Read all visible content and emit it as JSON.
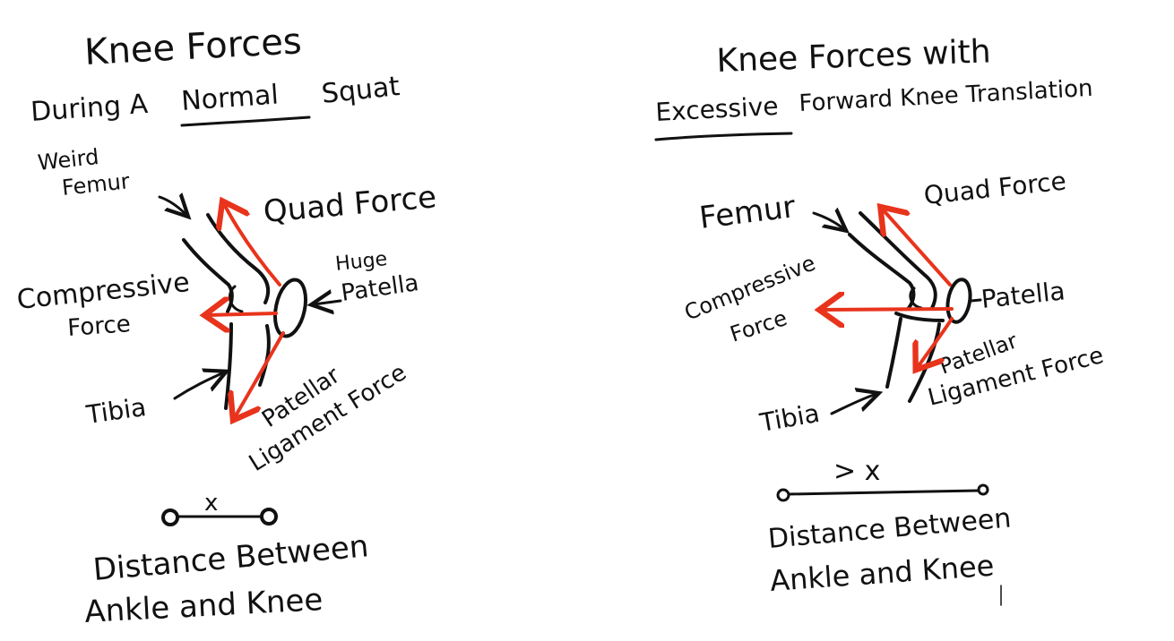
{
  "left_panel": {
    "title_line1": "Knee Forces",
    "title_line2_prefix": "During A",
    "title_line2_underlined": "Normal",
    "title_line2_suffix": "Squat",
    "label_femur_line1": "Weird",
    "label_femur_line2": "Femur",
    "label_quad_force": "Quad Force",
    "label_patella_line1": "Huge",
    "label_patella_line2": "Patella",
    "label_compressive_line1": "Compressive",
    "label_compressive_line2": "Force",
    "label_tibia": "Tibia",
    "label_patellar_line1": "Patellar",
    "label_patellar_line2": "Ligament Force",
    "distance_marker": "x",
    "distance_caption_line1": "Distance Between",
    "distance_caption_line2": "Ankle and Knee"
  },
  "right_panel": {
    "title_line1": "Knee Forces with",
    "title_line2_underlined": "Excessive",
    "title_line2_suffix": "Forward Knee Translation",
    "label_femur": "Femur",
    "label_quad_force": "Quad Force",
    "label_patella": "Patella",
    "label_compressive_line1": "Compressive",
    "label_compressive_line2": "Force",
    "label_tibia": "Tibia",
    "label_patellar_line1": "Patellar",
    "label_patellar_line2": "Ligament Force",
    "distance_marker": "> x",
    "distance_caption_line1": "Distance Between",
    "distance_caption_line2": "Ankle and Knee"
  },
  "colors": {
    "ink": "#111111",
    "force_arrow": "#e8341c",
    "background": "#ffffff"
  }
}
